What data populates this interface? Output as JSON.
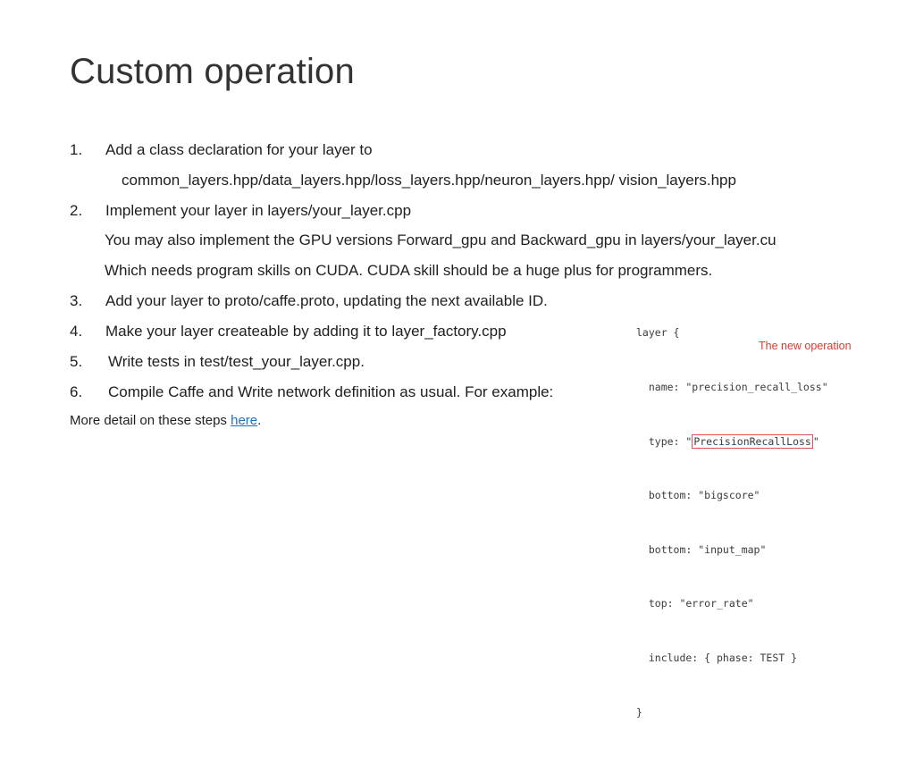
{
  "title": "Custom operation",
  "steps": [
    {
      "num": "1.",
      "text": "Add a class declaration for your layer to"
    },
    {
      "num": "",
      "text": "common_layers.hpp/data_layers.hpp/loss_layers.hpp/neuron_layers.hpp/ vision_layers.hpp"
    },
    {
      "num": "2.",
      "text": "Implement your layer in layers/your_layer.cpp"
    },
    {
      "num": "",
      "text": "You may also implement the GPU versions Forward_gpu and Backward_gpu in layers/your_layer.cu"
    },
    {
      "num": "",
      "text": "Which needs program skills on CUDA. CUDA skill should be a huge plus for programmers."
    },
    {
      "num": "3.",
      "text": "Add your layer to proto/caffe.proto, updating the next available ID."
    },
    {
      "num": "4.",
      "text": "Make your layer createable by adding it to layer_factory.cpp"
    },
    {
      "num": "5.",
      "text": "Write tests in test/test_your_layer.cpp."
    },
    {
      "num": "6.",
      "text": "Compile Caffe and Write network definition as usual. For example:"
    }
  ],
  "footer": {
    "prefix": "More detail on these steps ",
    "link": "here",
    "suffix": "."
  },
  "code": {
    "line1": "layer {",
    "line2": "  name: \"precision_recall_loss\"",
    "line3_pre": "  type: \"",
    "line3_hl": "PrecisionRecallLoss",
    "line3_post": "\"",
    "line4": "  bottom: \"bigscore\"",
    "line5": "  bottom: \"input_map\"",
    "line6": "  top: \"error_rate\"",
    "line7": "  include: { phase: TEST }",
    "line8": "}"
  },
  "annotation": "The new operation",
  "colors": {
    "link": "#1f6fbf",
    "annotation": "#e0392f",
    "highlight_box": "#e05050"
  }
}
